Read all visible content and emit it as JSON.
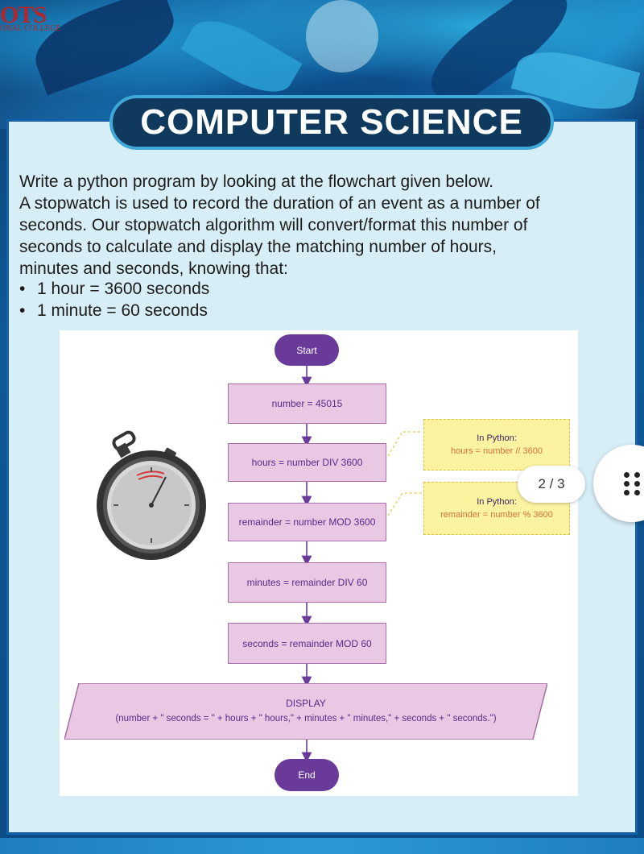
{
  "logo": {
    "text": "OTS",
    "sub": "ONAL COLLEGE"
  },
  "title": "COMPUTER SCIENCE",
  "intro": [
    "Write a python program by looking at the flowchart given below.",
    "A stopwatch is used to record the duration of an event as a number of",
    "seconds. Our stopwatch algorithm will convert/format this number of",
    "seconds to calculate and display the matching number of hours,",
    "minutes and seconds, knowing that:"
  ],
  "bullets": [
    "1 hour = 3600 seconds",
    "1 minute = 60 seconds"
  ],
  "flowchart": {
    "start": "Start",
    "steps": [
      "number = 45015",
      "hours = number DIV 3600",
      "remainder = number MOD 3600",
      "minutes = remainder DIV 60",
      "seconds = remainder MOD 60"
    ],
    "notes": [
      {
        "title": "In Python:",
        "code": "hours = number // 3600"
      },
      {
        "title": "In Python:",
        "code": "remainder = number % 3600"
      }
    ],
    "display": {
      "label": "DISPLAY",
      "expression": "(number + \" seconds = \" + hours + \" hours,\" + minutes + \" minutes,\" + seconds + \" seconds.\")"
    },
    "end": "End"
  },
  "pager": {
    "text": "2 / 3"
  },
  "colors": {
    "accent": "#1560a8",
    "flow_box": "#e8c8e2",
    "terminal": "#6a3a9a",
    "note_bg": "#fbf3a0",
    "note_code": "#d9723a"
  },
  "icons": {
    "stopwatch": "stopwatch-icon",
    "more": "more-dots-icon"
  }
}
